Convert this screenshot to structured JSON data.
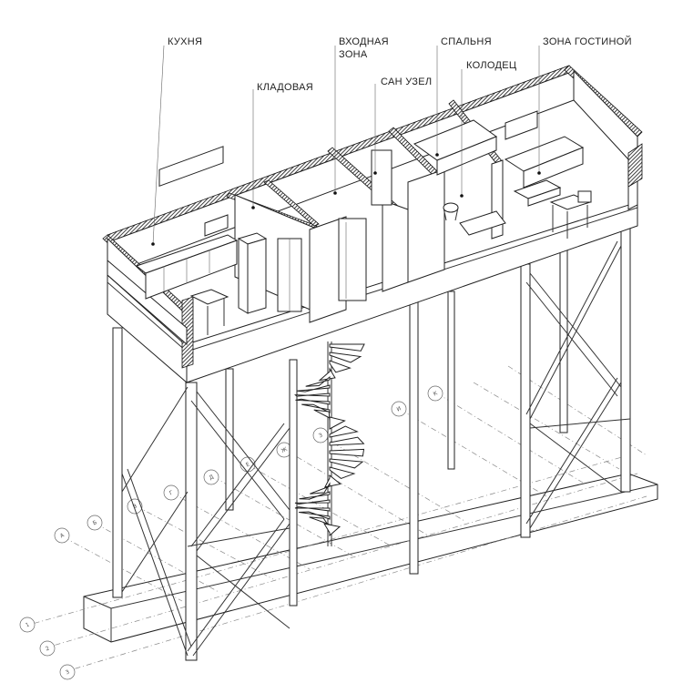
{
  "labels": {
    "kitchen": "КУХНЯ",
    "pantry": "КЛАДОВАЯ",
    "entrance_line1": "ВХОДНАЯ",
    "entrance_line2": "ЗОНА",
    "bathroom": "САН УЗЕЛ",
    "bedroom": "СПАЛЬНЯ",
    "well": "КОЛОДЕЦ",
    "living": "ЗОНА ГОСТИНОЙ"
  },
  "axes_numeric": [
    "1",
    "2",
    "3"
  ],
  "axes_letters": [
    "А",
    "Б",
    "В",
    "Г",
    "Д",
    "Е",
    "Ж",
    "З",
    "И",
    "К"
  ],
  "colors": {
    "line": "#333333",
    "hatch": "#222222",
    "paper": "#ffffff"
  }
}
